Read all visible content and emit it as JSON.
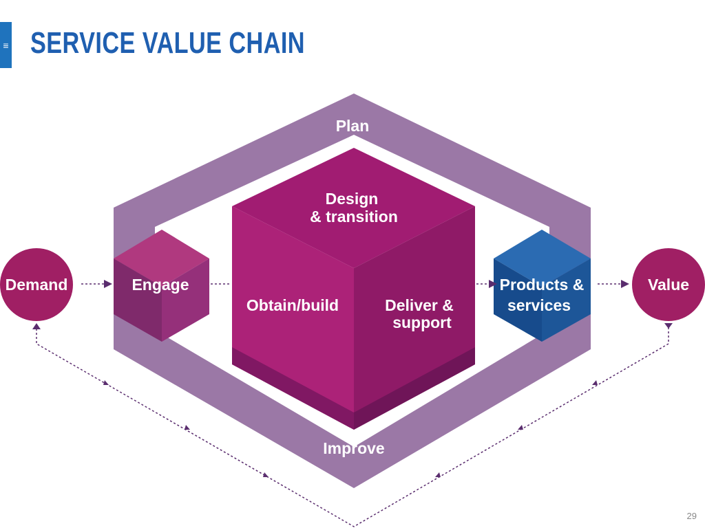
{
  "slide": {
    "title": "SERVICE VALUE CHAIN",
    "menu_icon": "≡",
    "page_number": "29"
  },
  "diagram": {
    "activities": {
      "plan": "Plan",
      "improve": "Improve",
      "engage": "Engage",
      "design_line1": "Design",
      "design_line2": "& transition",
      "obtain": "Obtain/build",
      "deliver_line1": "Deliver &",
      "deliver_line2": "support"
    },
    "inputs_outputs": {
      "demand": "Demand",
      "products_line1": "Products &",
      "products_line2": "services",
      "value": "Value"
    }
  },
  "colors": {
    "title": "#1f5fb0",
    "frame": "#8a6096",
    "magenta": "#a51e74",
    "blue": "#1f5aa0",
    "circle": "#a01f64",
    "arrow": "#5a2d6e"
  }
}
